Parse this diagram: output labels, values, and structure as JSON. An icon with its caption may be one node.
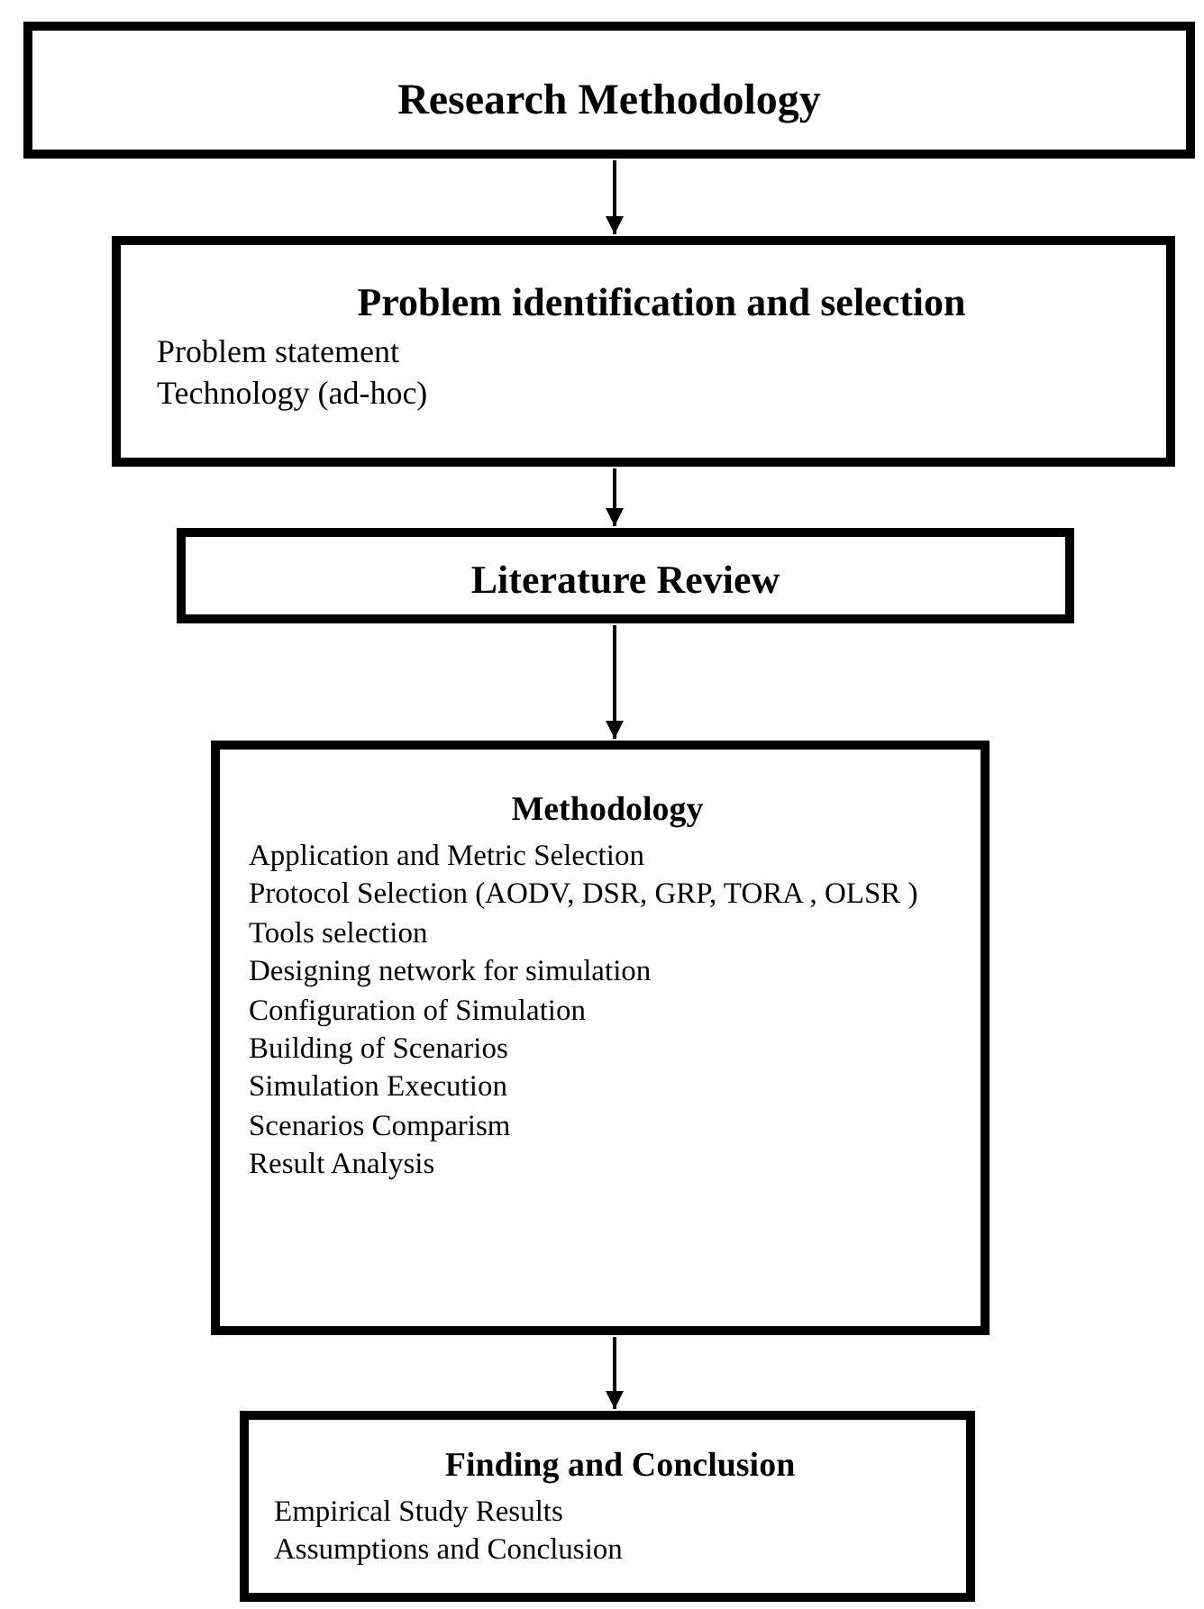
{
  "diagram": {
    "nodes": [
      {
        "text": [
          "Research Methodology"
        ]
      },
      {
        "text": [
          "Problem identification and selection",
          "Problem statement",
          "Technology (ad-hoc)"
        ]
      },
      {
        "text": [
          "Literature Review"
        ]
      },
      {
        "text": [
          "Methodology",
          "Application and Metric Selection",
          "Protocol Selection (AODV, DSR, GRP, TORA , OLSR )",
          "Tools selection",
          "Designing network for simulation",
          "Configuration of Simulation",
          "Building of Scenarios",
          "Simulation Execution",
          "Scenarios Comparism",
          "Result Analysis"
        ]
      },
      {
        "text": [
          "Finding and Conclusion",
          "Empirical Study Results",
          "Assumptions and Conclusion"
        ]
      }
    ],
    "edges": [
      {
        "from": 0,
        "to": 1,
        "arrow": "to"
      },
      {
        "from": 1,
        "to": 2,
        "arrow": "to"
      },
      {
        "from": 2,
        "to": 3,
        "arrow": "to"
      },
      {
        "from": 3,
        "to": 4,
        "arrow": "to"
      }
    ]
  }
}
